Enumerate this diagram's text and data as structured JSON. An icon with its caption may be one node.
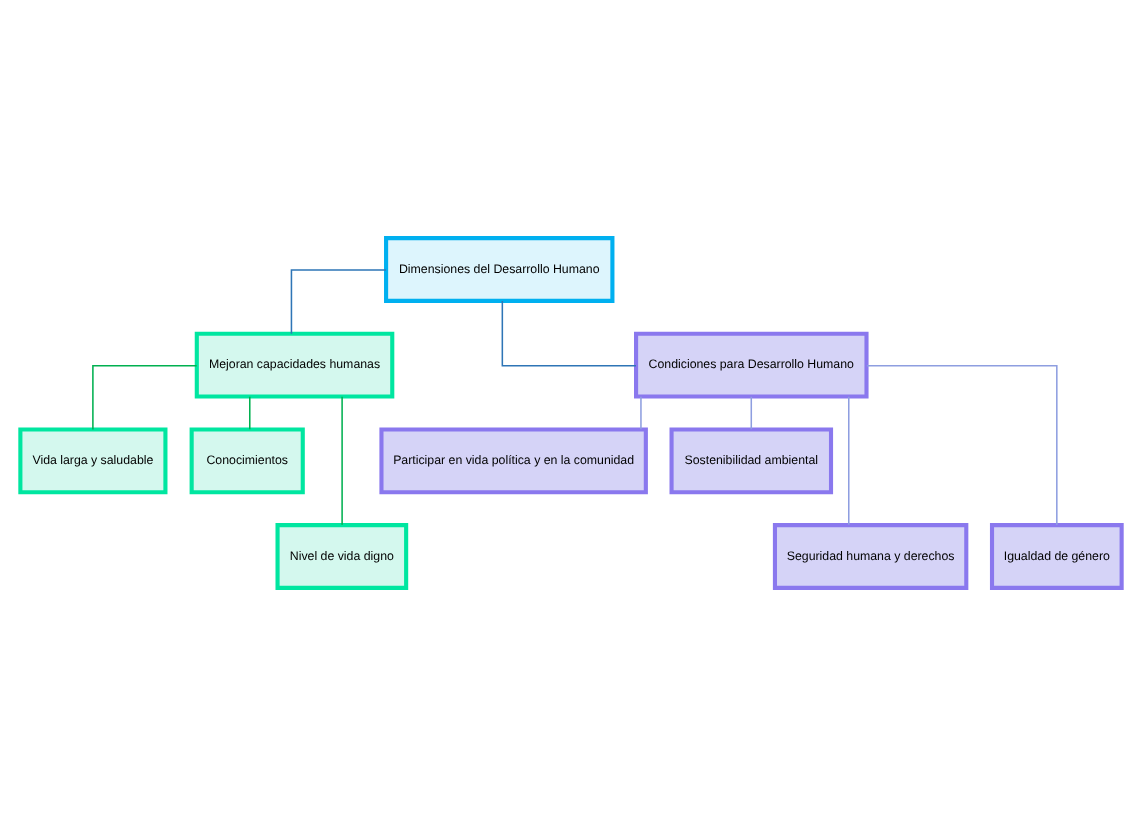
{
  "diagram": {
    "nodes": [
      {
        "text": [
          "Dimensiones del Desarrollo Humano"
        ]
      },
      {
        "text": [
          "Mejoran capacidades humanas"
        ]
      },
      {
        "text": [
          "Condiciones para Desarrollo Humano"
        ]
      },
      {
        "text": [
          "Vida larga y saludable"
        ]
      },
      {
        "text": [
          "Conocimientos"
        ]
      },
      {
        "text": [
          "Nivel de vida digno"
        ]
      },
      {
        "text": [
          "Participar en vida política y en la comunidad"
        ]
      },
      {
        "text": [
          "Sostenibilidad ambiental"
        ]
      },
      {
        "text": [
          "Seguridad humana y derechos"
        ]
      },
      {
        "text": [
          "Igualdad de género"
        ]
      }
    ],
    "edges": [
      {
        "from": 0,
        "to": 1,
        "arrow": "none",
        "color": "#2e75b6"
      },
      {
        "from": 0,
        "to": 2,
        "arrow": "none",
        "color": "#2e75b6"
      },
      {
        "from": 1,
        "to": 3,
        "arrow": "none",
        "color": "#00b050"
      },
      {
        "from": 1,
        "to": 4,
        "arrow": "none",
        "color": "#00b050"
      },
      {
        "from": 1,
        "to": 5,
        "arrow": "none",
        "color": "#00b050"
      },
      {
        "from": 2,
        "to": 6,
        "arrow": "none",
        "color": "#8e9ee0"
      },
      {
        "from": 2,
        "to": 7,
        "arrow": "none",
        "color": "#8e9ee0"
      },
      {
        "from": 2,
        "to": 8,
        "arrow": "none",
        "color": "#8e9ee0"
      },
      {
        "from": 2,
        "to": 9,
        "arrow": "none",
        "color": "#8e9ee0"
      }
    ]
  }
}
